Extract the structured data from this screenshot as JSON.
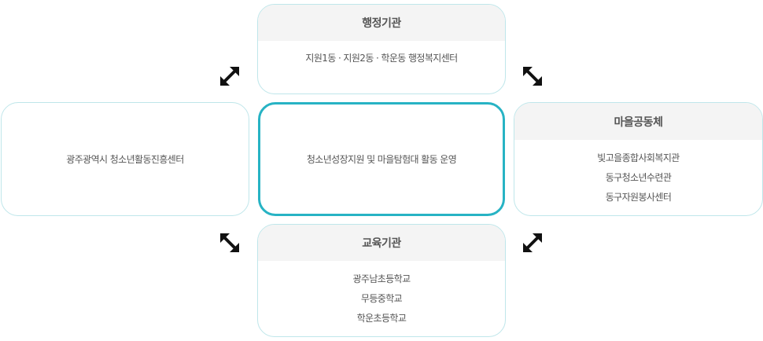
{
  "top": {
    "title": "행정기관",
    "items": [
      "지원1동 · 지원2동 · 학운동 행정복지센터"
    ]
  },
  "left": {
    "text": "광주광역시 청소년활동진흥센터"
  },
  "center": {
    "text": "청소년성장지원 및 마을탐험대 활동 운영"
  },
  "right": {
    "title": "마을공동체",
    "items": [
      "빛고을종합사회복지관",
      "동구청소년수련관",
      "동구자원봉사센터"
    ]
  },
  "bottom": {
    "title": "교육기관",
    "items": [
      "광주남초등학교",
      "무등중학교",
      "학운초등학교"
    ]
  },
  "colors": {
    "accent": "#27b3c4",
    "border": "#bfe6ea",
    "header_bg": "#f4f4f4",
    "arrow": "#111111"
  }
}
